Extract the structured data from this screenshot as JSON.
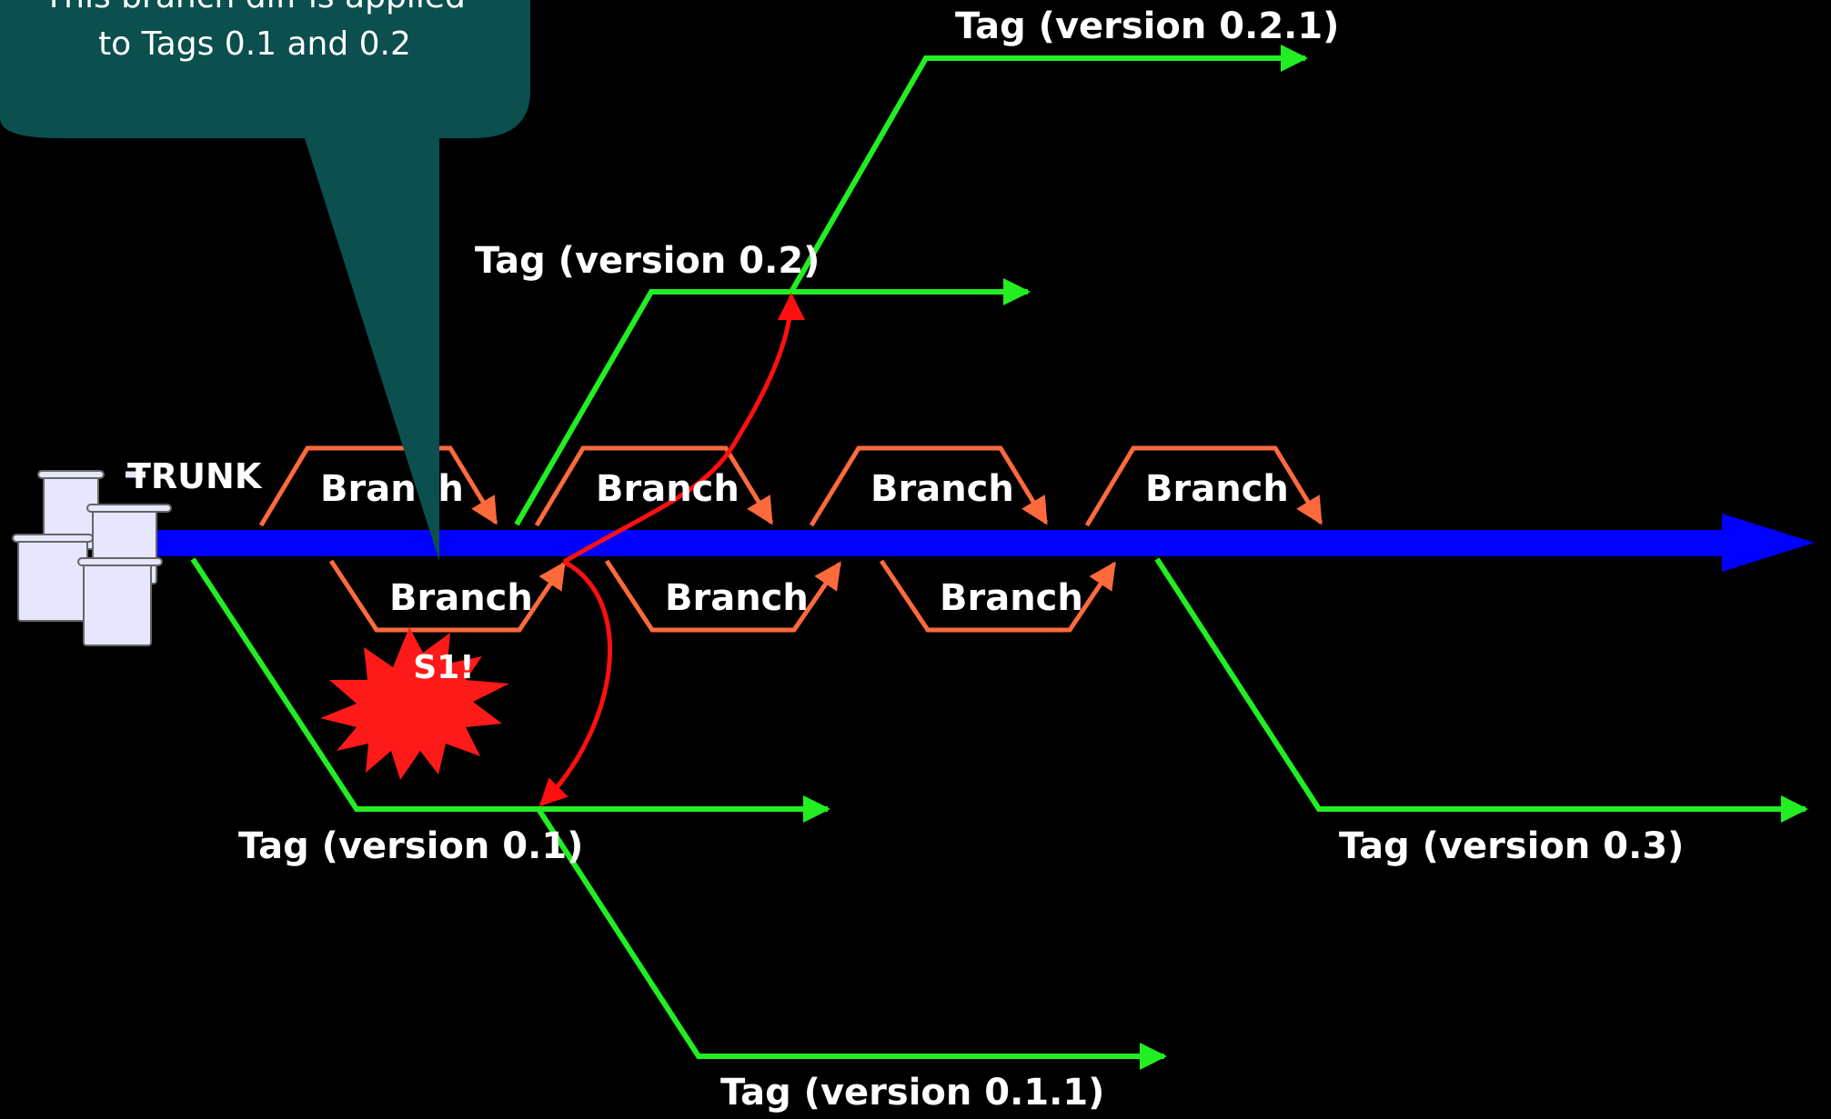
{
  "callout": {
    "line1": "This branch diff is applied",
    "line2": "to Tags 0.1 and 0.2"
  },
  "trunk": {
    "label": "TRUNK",
    "icon": "document-stack-icon"
  },
  "branches": [
    "Branch",
    "Branch",
    "Branch",
    "Branch",
    "Branch",
    "Branch",
    "Branch"
  ],
  "tags": {
    "v01": "Tag (version 0.1)",
    "v011": "Tag (version 0.1.1)",
    "v02": "Tag (version 0.2)",
    "v021": "Tag (version 0.2.1)",
    "v03": "Tag (version 0.3)"
  },
  "badge": {
    "label": "S1!"
  },
  "colors": {
    "trunk": "#0000ff",
    "tag": "#22ee22",
    "branch": "#ff6a3d",
    "merge": "#ff1010",
    "badge": "#ff1a1a",
    "callout": "#0b4f4f",
    "background": "#000000"
  }
}
